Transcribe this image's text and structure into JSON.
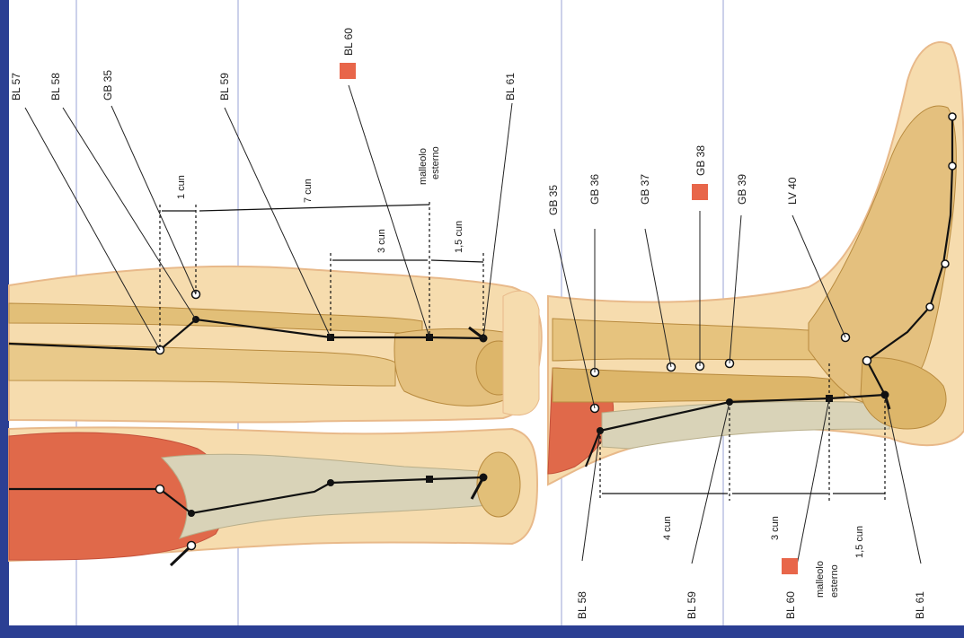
{
  "colors": {
    "frame": "#2b3f93",
    "skin": "#f6dcae",
    "skin_edge": "#e8b98a",
    "bone": "#dcb56a",
    "bone_dark": "#b88a3e",
    "muscle": "#e0694a",
    "tendon": "#d9d3b8",
    "marker": "#e8664a"
  },
  "top": {
    "labels": {
      "bl57": "BL 57",
      "bl58": "BL 58",
      "gb35": "GB 35",
      "bl59": "BL 59",
      "bl60": "BL 60",
      "bl61": "BL 61"
    },
    "measures": {
      "one_cun": "1 cun",
      "seven_cun": "7 cun",
      "three_cun": "3 cun",
      "one_five_cun": "1,5 cun",
      "malleolo": "malleolo",
      "esterno": "esterno"
    }
  },
  "bottom": {
    "labels": {
      "gb35": "GB 35",
      "gb36": "GB 36",
      "gb37": "GB 37",
      "gb38": "GB 38",
      "gb39": "GB 39",
      "lv40": "LV 40",
      "bl58": "BL 58",
      "bl59": "BL 59",
      "bl60": "BL 60",
      "bl61": "BL 61"
    },
    "measures": {
      "four_cun": "4 cun",
      "three_cun": "3 cun",
      "one_five_cun": "1,5 cun",
      "malleolo": "malleolo",
      "esterno": "esterno"
    }
  }
}
